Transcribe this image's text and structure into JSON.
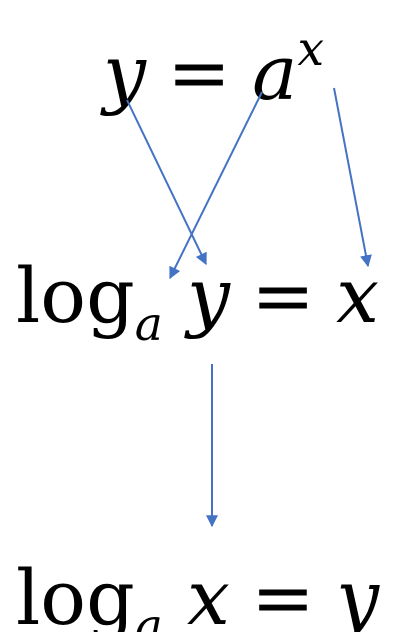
{
  "equations": {
    "exponential": {
      "lhs": "y",
      "eq": "=",
      "base": "a",
      "exponent": "x"
    },
    "logarithmic": {
      "fn": "log",
      "base": "a",
      "arg": "y",
      "eq": "=",
      "rhs": "x"
    },
    "swapped": {
      "fn": "log",
      "base": "a",
      "arg": "x",
      "eq": "=",
      "rhs": "y"
    }
  },
  "colors": {
    "text": "#000000",
    "arrow": "#4472C4"
  }
}
